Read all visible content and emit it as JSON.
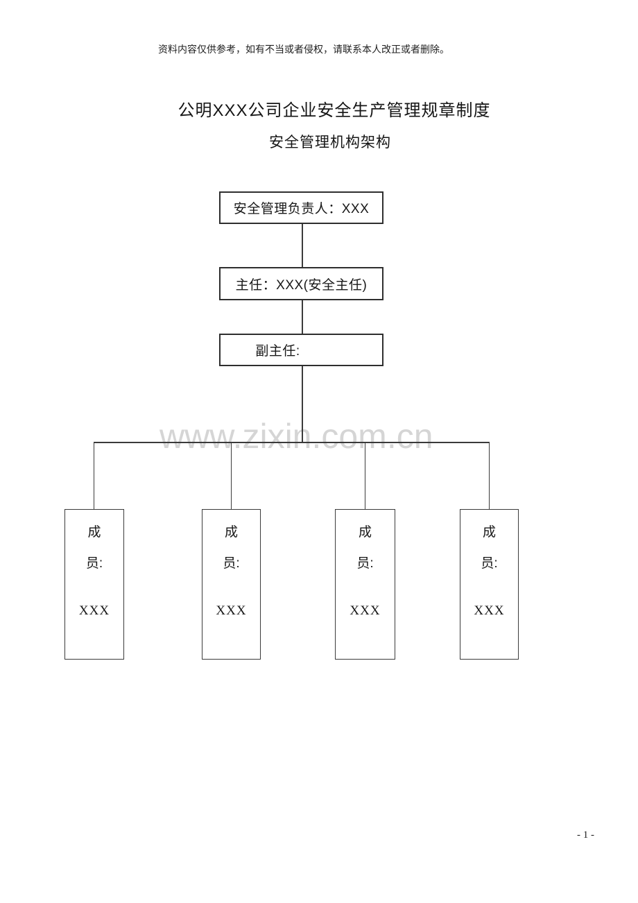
{
  "page": {
    "disclaimer": "资料内容仅供参考，如有不当或者侵权，请联系本人改正或者删除。",
    "title": "公明XXX公司企业安全生产管理规章制度",
    "subtitle": "安全管理机构架构",
    "watermark": "www.zixin.com.cn",
    "watermark_color": "#d5d5d5",
    "page_number": "- 1 -"
  },
  "org_chart": {
    "root_label": "安全管理负责人：XXX",
    "director_label": "主任：XXX(安全主任)",
    "deputy_label": "副主任:",
    "members": [
      {
        "char_top": "成",
        "char_bottom": "员:",
        "name": "XXX"
      },
      {
        "char_top": "成",
        "char_bottom": "员:",
        "name": "XXX"
      },
      {
        "char_top": "成",
        "char_bottom": "员:",
        "name": "XXX"
      },
      {
        "char_top": "成",
        "char_bottom": "员:",
        "name": "XXX"
      }
    ]
  }
}
